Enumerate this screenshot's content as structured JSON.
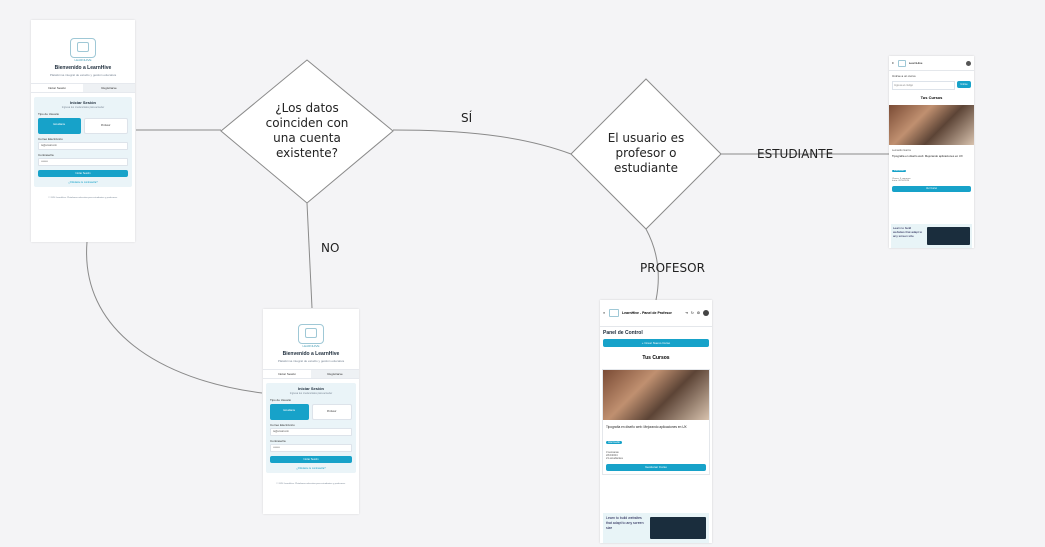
{
  "diagram": {
    "decision1": {
      "line1": "¿Los datos",
      "line2": "coinciden con",
      "line3": "una cuenta",
      "line4": "existente?"
    },
    "decision2": {
      "line1": "El usuario es",
      "line2": "profesor o",
      "line3": "estudiante"
    },
    "edge_yes": "SÍ",
    "edge_no": "NO",
    "edge_student": "ESTUDIANTE",
    "edge_professor": "PROFESOR"
  },
  "login": {
    "logo_text": "LEARNHIVE",
    "welcome": "Bienvenido a LearnHive",
    "subtitle": "Plataforma integral de estudio y gestión educativa",
    "tab_login": "Iniciar Sesión",
    "tab_register": "Registrarse",
    "card_title": "Iniciar Sesión",
    "card_subtitle": "Ingresa tus credenciales para acceder",
    "user_type_label": "Tipo de Usuario",
    "role_student": "Estudiante",
    "role_professor": "Profesor",
    "email_label": "Correo Electrónico",
    "email_value": "tu@email.com",
    "password_label": "Contraseña",
    "password_value": "••••••••",
    "submit": "Iniciar Sesión",
    "register_link": "¿Olvidaste tu contraseña?",
    "footer": "© 2024 LearnHive. Plataforma educativa para estudiantes y profesores."
  },
  "student_dash": {
    "brand": "LearnHive",
    "greeting": "Unirse a un curso",
    "code_placeholder": "Ingresa el código",
    "join": "Unirse",
    "courses_title": "Tus Cursos",
    "teacher": "Leonardo García",
    "course_name": "Tipografía en diseño web: Mejorando aplicaciones en UX",
    "tag": "Intermedio",
    "meta1": "Clases: 3 semanas",
    "meta2": "Inicio: 02/10/2024",
    "cta": "Ver Curso",
    "promo": "Learn to build websites that adapt to any screen size"
  },
  "prof_dash": {
    "brand": "LearnHive - Panel de Profesor",
    "panel_title": "Panel de Control",
    "create_btn": "+ Crear Nuevo Curso",
    "courses_title": "Tus Cursos",
    "course_name": "Tipografía en diseño web: Mejorando aplicaciones en UX",
    "tag": "Intermedio",
    "meta1": "3 semanas",
    "meta2": "2/10/2024",
    "meta3": "21 estudiantes",
    "cta": "Gestionar Curso",
    "promo": "Learn to build websites that adapt to any screen size"
  },
  "colors": {
    "accent": "#17a2c9",
    "line": "#8a8a8a",
    "bg": "#f4f4f6"
  }
}
